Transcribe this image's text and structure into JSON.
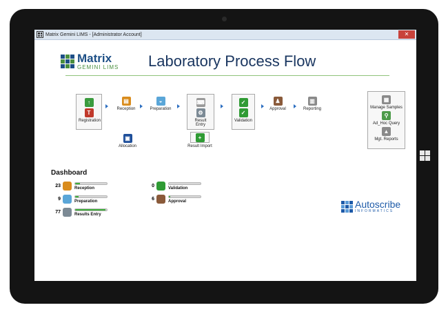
{
  "window": {
    "title": "Matrix Gemini LIMS - [Administrator Account]",
    "close_glyph": "✕"
  },
  "logo": {
    "name": "Matrix",
    "sub": "GEMINI LIMS"
  },
  "page_title": "Laboratory Process Flow",
  "flow": {
    "registration": "Registration",
    "reception": "Reception",
    "preparation": "Preparation",
    "result_entry": "Result Entry",
    "validation": "Validation",
    "approval": "Approval",
    "reporting": "Reporting",
    "allocation": "Allocation",
    "result_import": "Result Import",
    "manage_samples": "Manage Samples",
    "adhoc_query": "Ad_Hoc Query",
    "mgt_reports": "Mgt. Reports"
  },
  "dashboard": {
    "title": "Dashboard",
    "items": [
      {
        "count": "23",
        "label": "Reception",
        "progress": 0.15
      },
      {
        "count": "9",
        "label": "Preparation",
        "progress": 0.1
      },
      {
        "count": "77",
        "label": "Results Entry",
        "progress": 0.95
      },
      {
        "count": "0",
        "label": "Validation",
        "progress": 0
      },
      {
        "count": "6",
        "label": "Approval",
        "progress": 0.05
      }
    ]
  },
  "brand": {
    "name": "Autoscribe",
    "sub": "INFORMATICS"
  },
  "colors": {
    "accent_blue": "#2d6fc1",
    "progress_green": "#3fae3a",
    "title_navy": "#1a3660",
    "rule_green": "#8fc27a"
  }
}
